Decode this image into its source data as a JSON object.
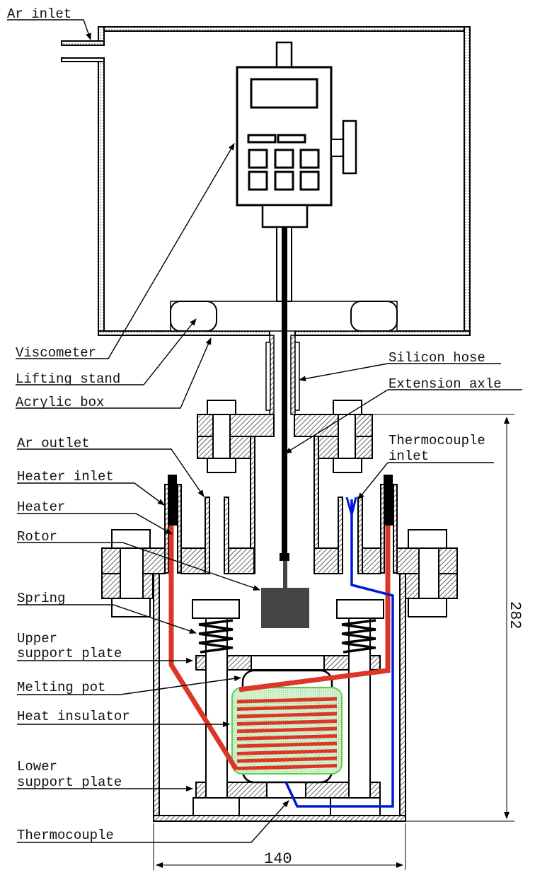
{
  "figure": {
    "labels": {
      "ar_inlet": "Ar inlet",
      "viscometer": "Viscometer",
      "lifting_stand": "Lifting stand",
      "acrylic_box": "Acrylic box",
      "silicon_hose": "Silicon hose",
      "extension_axle": "Extension axle",
      "ar_outlet": "Ar outlet",
      "thermocouple_inlet_1": "Thermocouple",
      "thermocouple_inlet_2": "inlet",
      "heater_inlet": "Heater inlet",
      "heater": "Heater",
      "rotor": "Rotor",
      "spring": "Spring",
      "upper_support_plate_1": "Upper",
      "upper_support_plate_2": "support plate",
      "melting_pot": "Melting pot",
      "heat_insulator": "Heat insulator",
      "lower_support_plate_1": "Lower",
      "lower_support_plate_2": "support plate",
      "thermocouple": "Thermocouple"
    },
    "dimensions": {
      "height": "282",
      "width": "140"
    },
    "colors": {
      "heater": "#e02020",
      "thermocouple": "#0018d8",
      "insulator": "#7be07b",
      "rotor": "#444444"
    }
  }
}
